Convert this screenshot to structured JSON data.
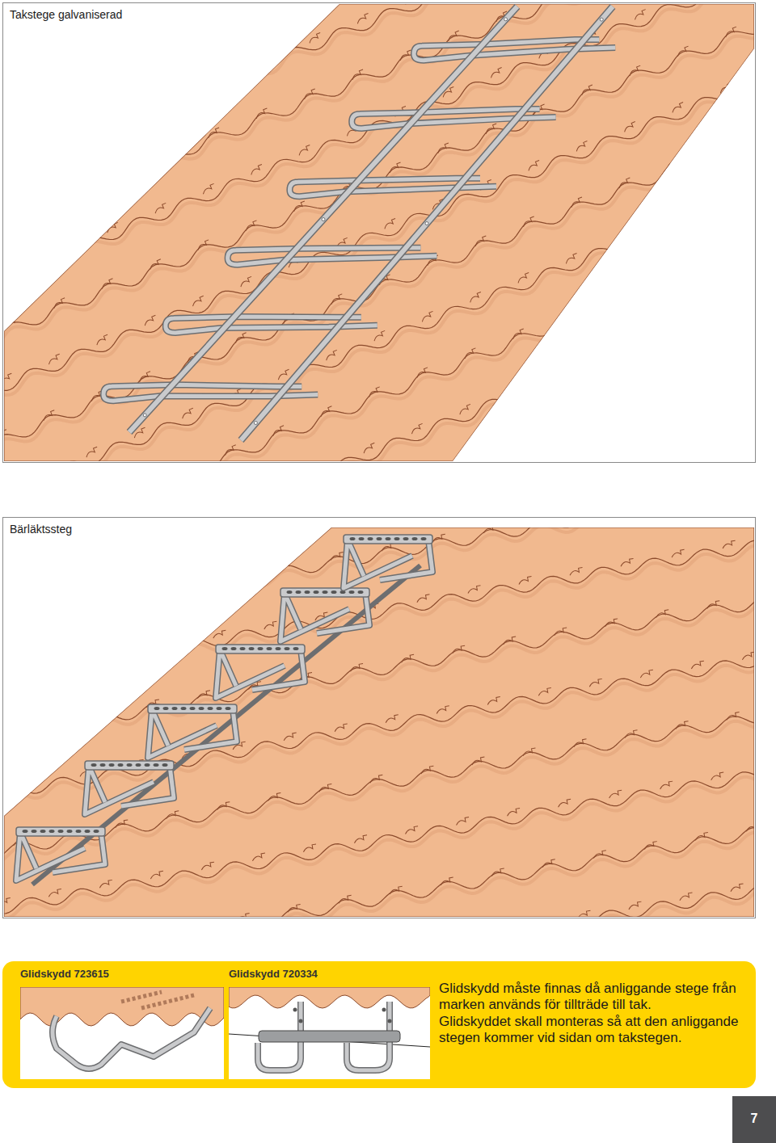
{
  "diagram": {
    "nodes": [
      {
        "text": [
          "Takstege galvaniserad"
        ]
      },
      {
        "text": [
          "Bärläktssteg"
        ]
      },
      {
        "text": [
          "Glidskydd måste finnas då anliggande stege från marken används för tillträde till tak.",
          "Glidskyddet skall monteras så att den anliggande stegen kommer vid sidan om takstegen."
        ]
      },
      {
        "text": [
          "Glidskydd 723615"
        ],
        "in": 2
      },
      {
        "text": [
          "Glidskydd 720334"
        ],
        "in": 2
      },
      {
        "text": [
          "7"
        ]
      }
    ]
  }
}
